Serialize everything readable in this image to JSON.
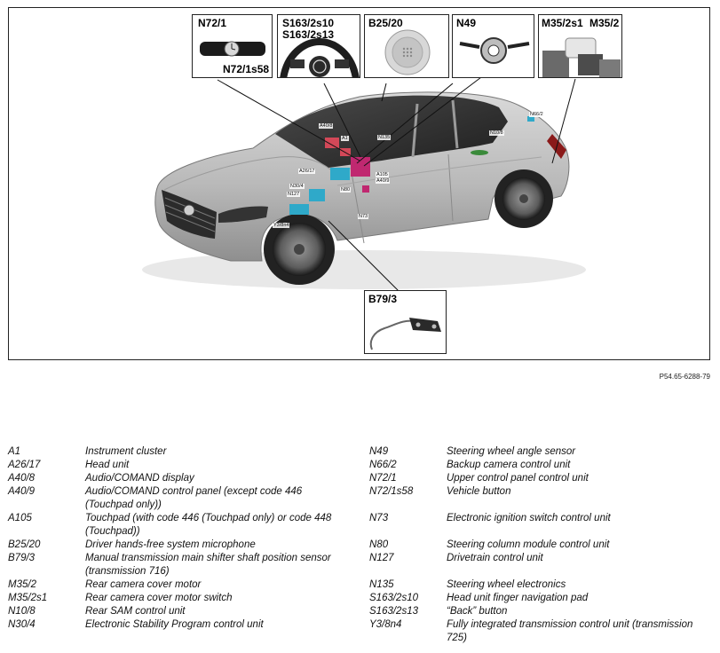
{
  "figure": {
    "reference": "P54.65-6288-79",
    "insets": {
      "n72_1": {
        "title": "N72/1",
        "sublabel": "N72/1s58"
      },
      "s163": {
        "title1": "S163/2s10",
        "title2": "S163/2s13"
      },
      "b25_20": {
        "title": "B25/20"
      },
      "n49": {
        "title": "N49"
      },
      "m35": {
        "title1": "M35/2s1",
        "title2": "M35/2"
      },
      "b79_3": {
        "title": "B79/3"
      }
    },
    "callouts": {
      "a40_8": "A40/8",
      "a1": "A1",
      "n135": "N135",
      "a26_17": "A26/17",
      "a105": "A105",
      "a40_9": "A40/9",
      "n30_4": "N30/4",
      "n127": "N127",
      "n80": "N80",
      "n73": "N73",
      "y3_8n4": "Y3/8n4",
      "n10_8": "N10/8",
      "n66_2": "N66/2"
    }
  },
  "legend": {
    "left": [
      {
        "code": "A1",
        "desc": "Instrument cluster"
      },
      {
        "code": "A26/17",
        "desc": "Head unit"
      },
      {
        "code": "A40/8",
        "desc": "Audio/COMAND display"
      },
      {
        "code": "A40/9",
        "desc": "Audio/COMAND control panel (except code 446 (Touchpad only))"
      },
      {
        "code": "A105",
        "desc": "Touchpad (with code 446 (Touchpad only) or code 448 (Touchpad))"
      },
      {
        "code": "B25/20",
        "desc": "Driver hands-free system microphone"
      },
      {
        "code": "B79/3",
        "desc": "Manual transmission main shifter shaft position sensor (transmission 716)"
      },
      {
        "code": "M35/2",
        "desc": "Rear camera cover motor"
      },
      {
        "code": "M35/2s1",
        "desc": "Rear camera cover motor switch"
      },
      {
        "code": "N10/8",
        "desc": "Rear SAM control unit"
      },
      {
        "code": "N30/4",
        "desc": "Electronic Stability Program control unit"
      }
    ],
    "right": [
      {
        "code": "N49",
        "desc": "Steering wheel angle sensor"
      },
      {
        "code": "N66/2",
        "desc": "Backup camera control unit"
      },
      {
        "code": "N72/1",
        "desc": "Upper control panel control unit"
      },
      {
        "code": "N72/1s58",
        "desc": "Vehicle button"
      },
      {
        "code": "N73",
        "desc": "Electronic ignition switch control unit"
      },
      {
        "code": "N80",
        "desc": "Steering column module control unit"
      },
      {
        "code": "N127",
        "desc": "Drivetrain control unit"
      },
      {
        "code": "N135",
        "desc": "Steering wheel electronics"
      },
      {
        "code": "S163/2s10",
        "desc": "Head unit finger navigation pad"
      },
      {
        "code": "S163/2s13",
        "desc": "“Back” button"
      },
      {
        "code": "Y3/8n4",
        "desc": "Fully integrated transmission control unit (transmission 725)"
      }
    ]
  }
}
